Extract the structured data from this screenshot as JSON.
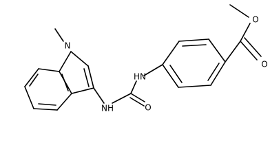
{
  "molecule": {
    "atom_labels": {
      "indole_nitrogen": "N",
      "indole_nh": "NH",
      "urea_oxygen": "O",
      "aryl_nh": "HN",
      "ester_o_single": "O",
      "ester_o_carbonyl": "O"
    }
  }
}
